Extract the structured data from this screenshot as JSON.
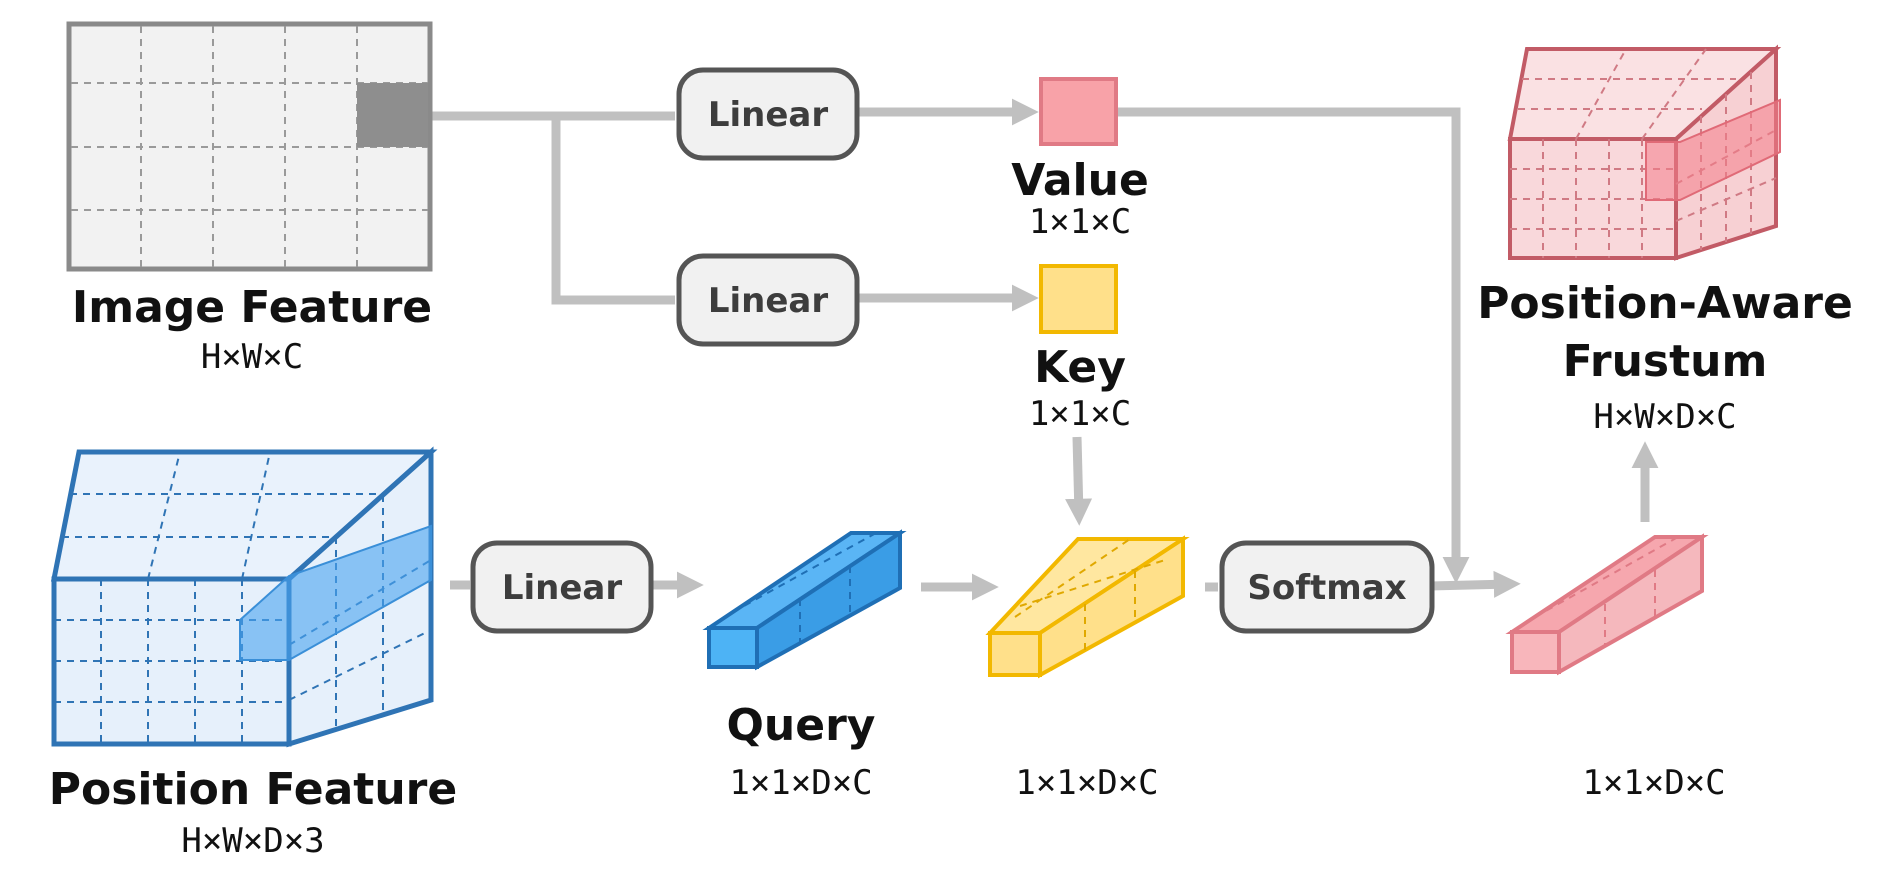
{
  "image_feature": {
    "title": "Image Feature",
    "dims": "H×W×C"
  },
  "position_feature": {
    "title": "Position Feature",
    "dims": "H×W×D×3"
  },
  "linear_value": {
    "label": "Linear"
  },
  "linear_key": {
    "label": "Linear"
  },
  "linear_query": {
    "label": "Linear"
  },
  "softmax": {
    "label": "Softmax"
  },
  "value": {
    "title": "Value",
    "dims": "1×1×C",
    "color": "#f8a2a8"
  },
  "key": {
    "title": "Key",
    "dims": "1×1×C",
    "color": "#ffe08a"
  },
  "query": {
    "title": "Query",
    "dims": "1×1×D×C",
    "color": "#4db3f5"
  },
  "key_query": {
    "dims": "1×1×D×C"
  },
  "output": {
    "dims": "1×1×D×C"
  },
  "frustum": {
    "title_line1": "Position-Aware",
    "title_line2": "Frustum",
    "dims": "H×W×D×C"
  },
  "colors": {
    "flow": "#c0c0c0",
    "image_feature_fill": "#f2f2f2",
    "position_feature_fill": "#e6f0fb",
    "position_feature_stroke": "#2f74b5",
    "key_stroke": "#f2b800",
    "value_stroke": "#e07a85",
    "frustum_fill": "#f9d2d5",
    "frustum_stroke": "#c25b66"
  }
}
